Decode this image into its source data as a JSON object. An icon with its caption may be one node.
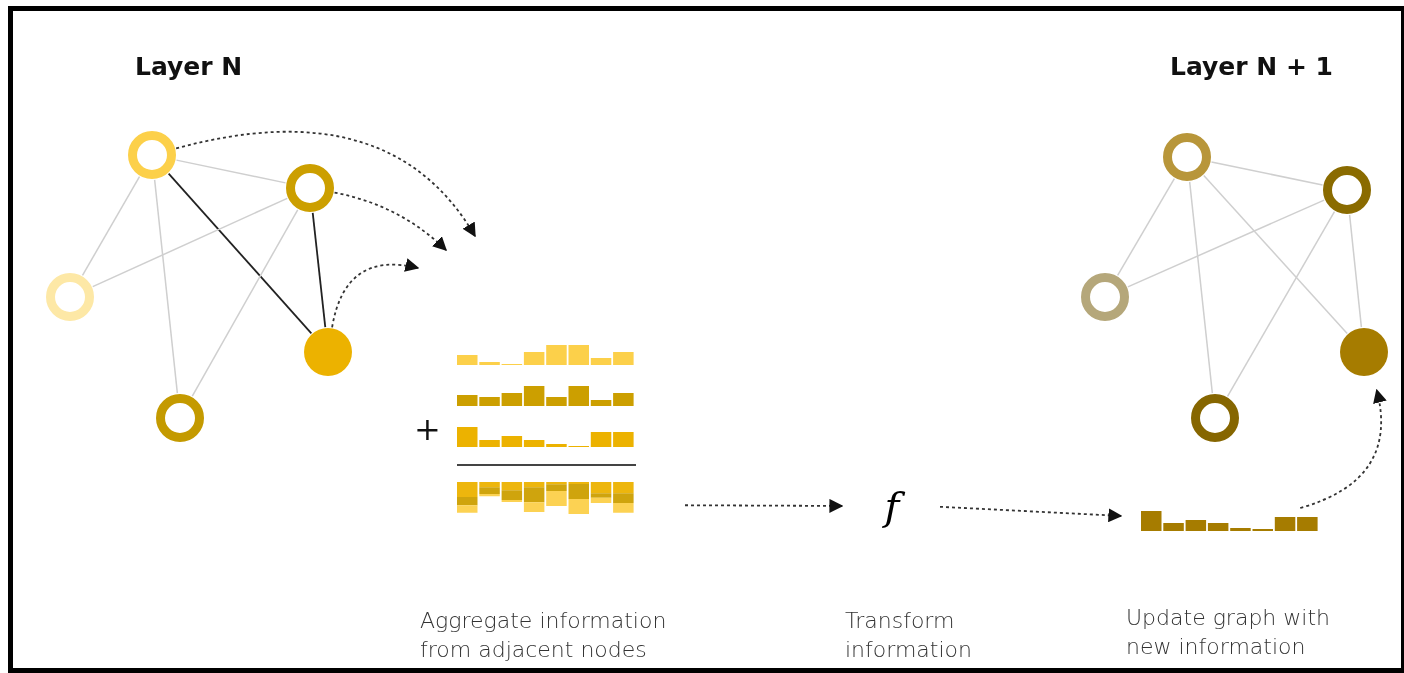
{
  "diagram": {
    "nodes": [
      {
        "text": [],
        "shape": "circle"
      },
      {
        "text": [],
        "shape": "circle"
      },
      {
        "text": [],
        "shape": "circle"
      },
      {
        "text": [],
        "shape": "circle"
      },
      {
        "text": [],
        "shape": "circle"
      },
      {
        "text": [],
        "shape": "bar"
      },
      {
        "text": [
          "f"
        ],
        "beside": [
          "Transform information"
        ]
      },
      {
        "text": [],
        "shape": "bar",
        "beside": [
          "Update graph with new information"
        ]
      },
      {
        "text": [],
        "shape": "circle"
      },
      {
        "text": [],
        "shape": "circle"
      },
      {
        "text": [],
        "shape": "circle"
      },
      {
        "text": [],
        "shape": "circle"
      },
      {
        "text": [],
        "shape": "circle"
      }
    ],
    "edges": [
      {
        "from": 0,
        "to": 1,
        "arrow": "none"
      },
      {
        "from": 0,
        "to": 2,
        "arrow": "none"
      },
      {
        "from": 0,
        "to": 3,
        "arrow": "none",
        "color": "#222222"
      },
      {
        "from": 0,
        "to": 4,
        "arrow": "none"
      },
      {
        "from": 1,
        "to": 2,
        "arrow": "none"
      },
      {
        "from": 1,
        "to": 3,
        "arrow": "none",
        "color": "#222222"
      },
      {
        "from": 1,
        "to": 4,
        "arrow": "none"
      },
      {
        "from": 8,
        "to": 9,
        "arrow": "none"
      },
      {
        "from": 8,
        "to": 10,
        "arrow": "none"
      },
      {
        "from": 8,
        "to": 12,
        "arrow": "none"
      },
      {
        "from": 8,
        "to": 11,
        "arrow": "none"
      },
      {
        "from": 9,
        "to": 10,
        "arrow": "none"
      },
      {
        "from": 9,
        "to": 12,
        "arrow": "none"
      },
      {
        "from": 9,
        "to": 11,
        "arrow": "none"
      },
      {
        "from": 0,
        "to": null,
        "arrow": "to",
        "style": "dashed",
        "color": "#333333"
      },
      {
        "from": 1,
        "to": null,
        "arrow": "to",
        "style": "dashed",
        "color": "#333333"
      },
      {
        "from": 3,
        "to": null,
        "arrow": "to",
        "style": "dashed",
        "color": "#333333"
      },
      {
        "from": 5,
        "to": 6,
        "arrow": "to",
        "style": "dashed",
        "color": "#333333"
      },
      {
        "from": 6,
        "to": 7,
        "arrow": "to",
        "style": "dashed",
        "color": "#333333"
      },
      {
        "from": 7,
        "to": 11,
        "arrow": "to",
        "style": "dashed",
        "color": "#333333"
      }
    ],
    "labels": [
      "Layer N",
      "Layer N + 1",
      "+",
      "Aggregate information from adjacent nodes"
    ]
  }
}
